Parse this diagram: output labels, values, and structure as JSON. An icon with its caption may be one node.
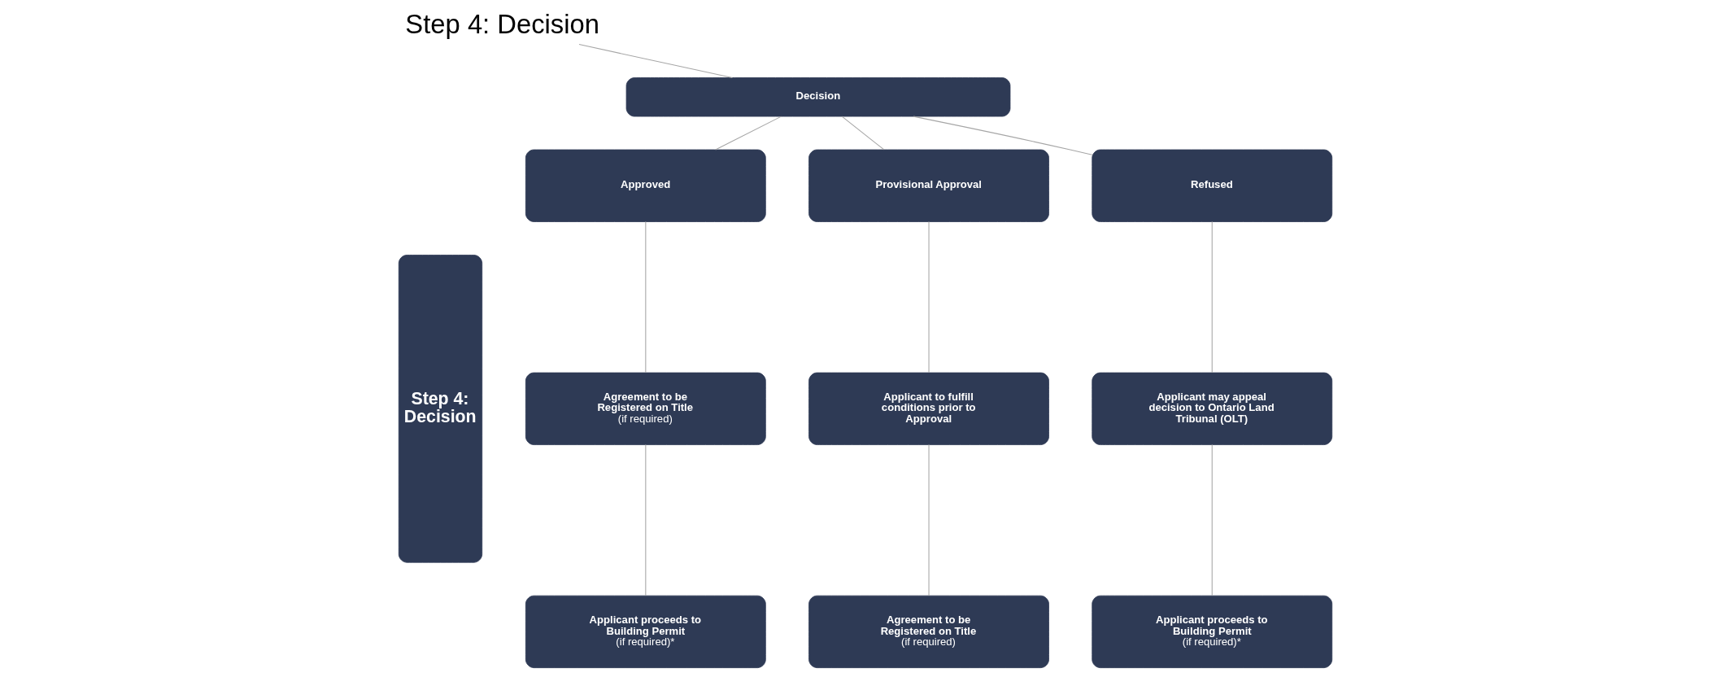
{
  "diagram": {
    "title": "Step 4: Decision",
    "nodes": [
      {
        "text": [
          "Step 4: Decision"
        ]
      },
      {
        "text": [
          "Decision"
        ]
      },
      {
        "text": [
          "Approved"
        ]
      },
      {
        "text": [
          "Provisional Approval"
        ]
      },
      {
        "text": [
          "Refused"
        ]
      },
      {
        "text": [
          "Agreement to be Registered on Title",
          "(if required)"
        ]
      },
      {
        "text": [
          "Applicant to fulfill conditions prior to Approval"
        ]
      },
      {
        "text": [
          "Applicant may appeal decision to Ontario Land Tribunal (OLT)"
        ]
      },
      {
        "text": [
          "Applicant proceeds to Building Permit",
          "(if required)*"
        ]
      },
      {
        "text": [
          "Agreement to be Registered on Title",
          "(if required)"
        ]
      },
      {
        "text": [
          "Applicant proceeds to Building Permit",
          "(if required)*"
        ]
      }
    ],
    "edges": [
      {
        "from": null,
        "to": 1,
        "arrow": "none"
      },
      {
        "from": 1,
        "to": 2,
        "arrow": "none"
      },
      {
        "from": 1,
        "to": 3,
        "arrow": "none"
      },
      {
        "from": 1,
        "to": 4,
        "arrow": "none"
      },
      {
        "from": 2,
        "to": 5,
        "arrow": "none"
      },
      {
        "from": 3,
        "to": 6,
        "arrow": "none"
      },
      {
        "from": 4,
        "to": 7,
        "arrow": "none"
      },
      {
        "from": 5,
        "to": 8,
        "arrow": "none"
      },
      {
        "from": 6,
        "to": 9,
        "arrow": "none"
      },
      {
        "from": 7,
        "to": 10,
        "arrow": "none"
      }
    ]
  }
}
